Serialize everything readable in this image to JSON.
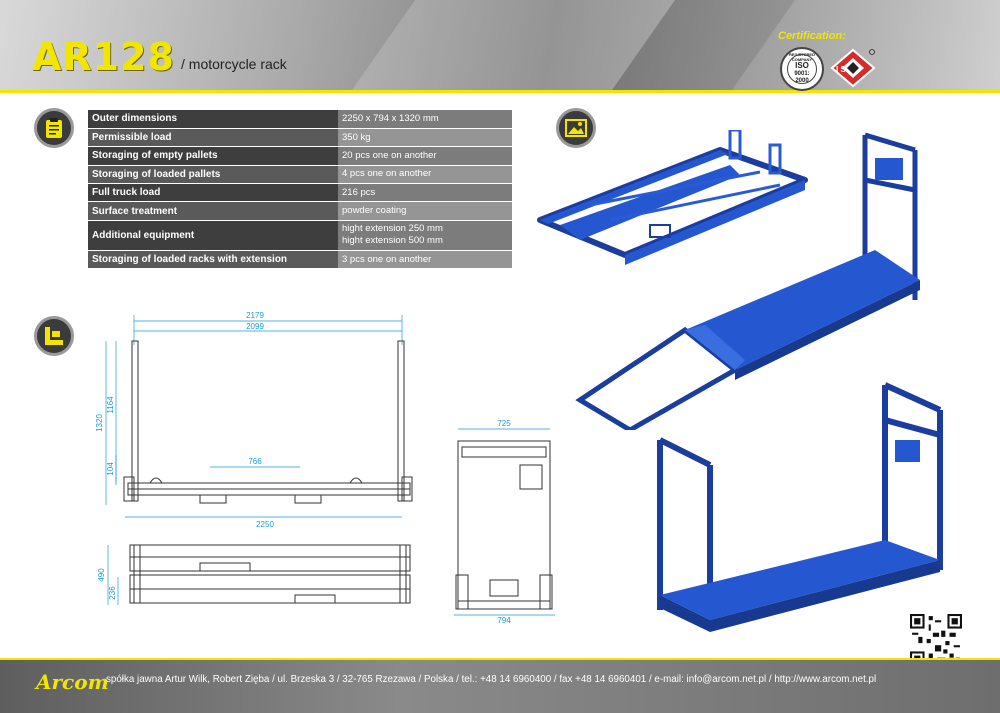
{
  "header": {
    "model": "AR128",
    "subtitle": "/ motorcycle rack",
    "certification_label": "Certification:",
    "iso_seal": {
      "top": "REGISTERED COMPANY",
      "name": "ISO",
      "standard": "9001:",
      "year": "2000"
    },
    "ids_logo": {
      "text": "I S"
    }
  },
  "specs": [
    {
      "label": "Outer dimensions",
      "value": [
        "2250 x 794 x 1320 mm"
      ]
    },
    {
      "label": "Permissible load",
      "value": [
        "350 kg"
      ]
    },
    {
      "label": "Storaging of empty pallets",
      "value": [
        "20 pcs one on another"
      ]
    },
    {
      "label": "Storaging of loaded pallets",
      "value": [
        "4 pcs one on another"
      ]
    },
    {
      "label": "Full truck load",
      "value": [
        "216 pcs"
      ]
    },
    {
      "label": "Surface treatment",
      "value": [
        "powder coating"
      ]
    },
    {
      "label": "Additional equipment",
      "value": [
        "hight extension 250 mm",
        "hight extension 500 mm"
      ]
    },
    {
      "label": "Storaging of loaded racks with extension",
      "value": [
        "3 pcs one on another"
      ]
    }
  ],
  "icons": {
    "spec": "clipboard-icon",
    "photo": "image-icon",
    "drawing": "ruler-icon"
  },
  "dimensions": {
    "front_width_outer": "2179",
    "front_width_inner": "2099",
    "front_height": "1320",
    "front_upright": "1164",
    "front_base": "104",
    "front_slot": "766",
    "front_length": "2250",
    "side_width_top": "725",
    "side_width_bottom": "794",
    "top_height": "490",
    "top_base": "236"
  },
  "colors": {
    "accent": "#f2e600",
    "rack_blue": "#1f4fbf",
    "dimension": "#1a9ad6"
  },
  "footer": {
    "logo": "Arcom",
    "address": "spółka jawna Artur Wilk, Robert Zięba / ul. Brzeska 3 / 32-765 Rzezawa / Polska / tel.: +48 14 6960400 / fax +48 14 6960401 / e-mail: info@arcom.net.pl / http://www.arcom.net.pl"
  }
}
